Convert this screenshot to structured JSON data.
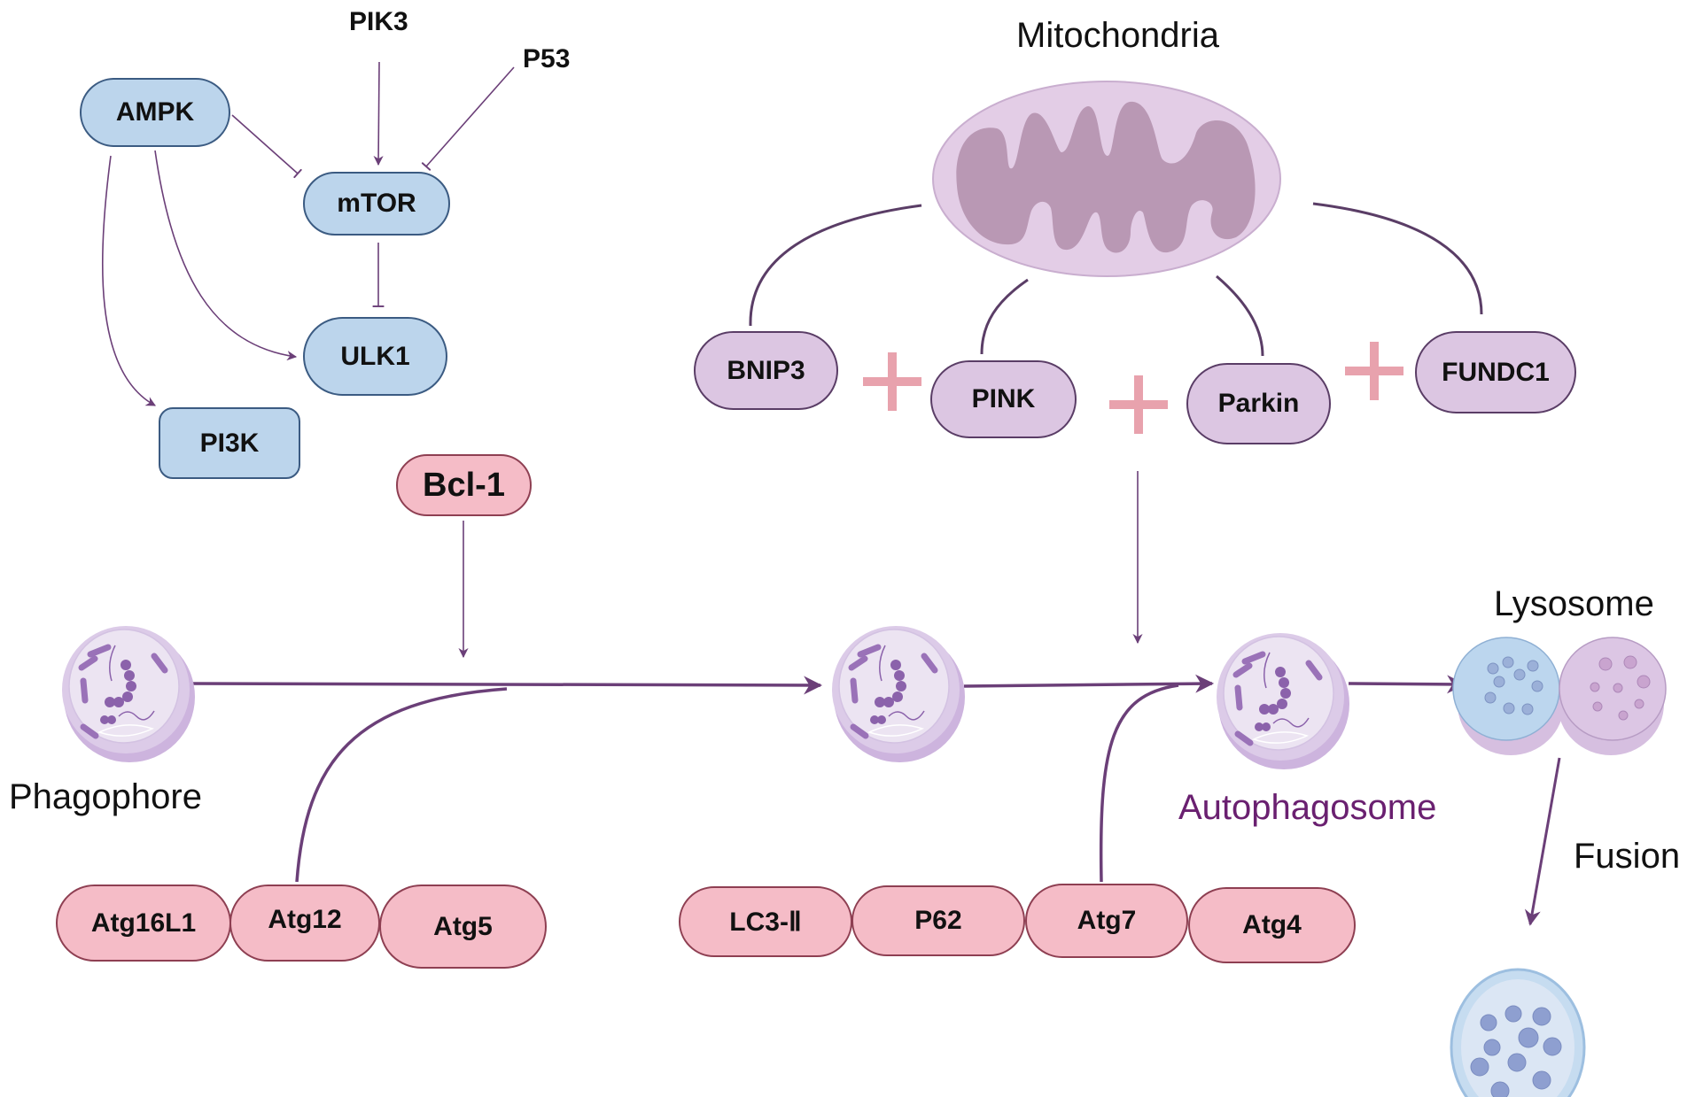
{
  "signaling": {
    "ampk": "AMPK",
    "mtor": "mTOR",
    "ulk1": "ULK1",
    "pi3k": "PI3K",
    "pik3": "PIK3",
    "p53": "P53"
  },
  "regulator": {
    "bcl1": "Bcl-1"
  },
  "mitophagy": {
    "title": "Mitochondria",
    "receptors": [
      "BNIP3",
      "PINK",
      "Parkin",
      "FUNDC1"
    ]
  },
  "stages": {
    "phagophore": "Phagophore",
    "autophagosome": "Autophagosome",
    "lysosome": "Lysosome",
    "fusion": "Fusion"
  },
  "complex_left": [
    "Atg16L1",
    "Atg12",
    "Atg5"
  ],
  "complex_right": [
    "LC3-Ⅱ",
    "P62",
    "Atg7",
    "Atg4"
  ],
  "colors": {
    "signaling_fill": "#bcd5ec",
    "regulator_fill": "#f5bcc7",
    "mitophagy_fill": "#dcc6e2",
    "arrow": "#6b3f78",
    "autophagosome_text": "#6a2070",
    "plus": "#e8a2ad"
  }
}
